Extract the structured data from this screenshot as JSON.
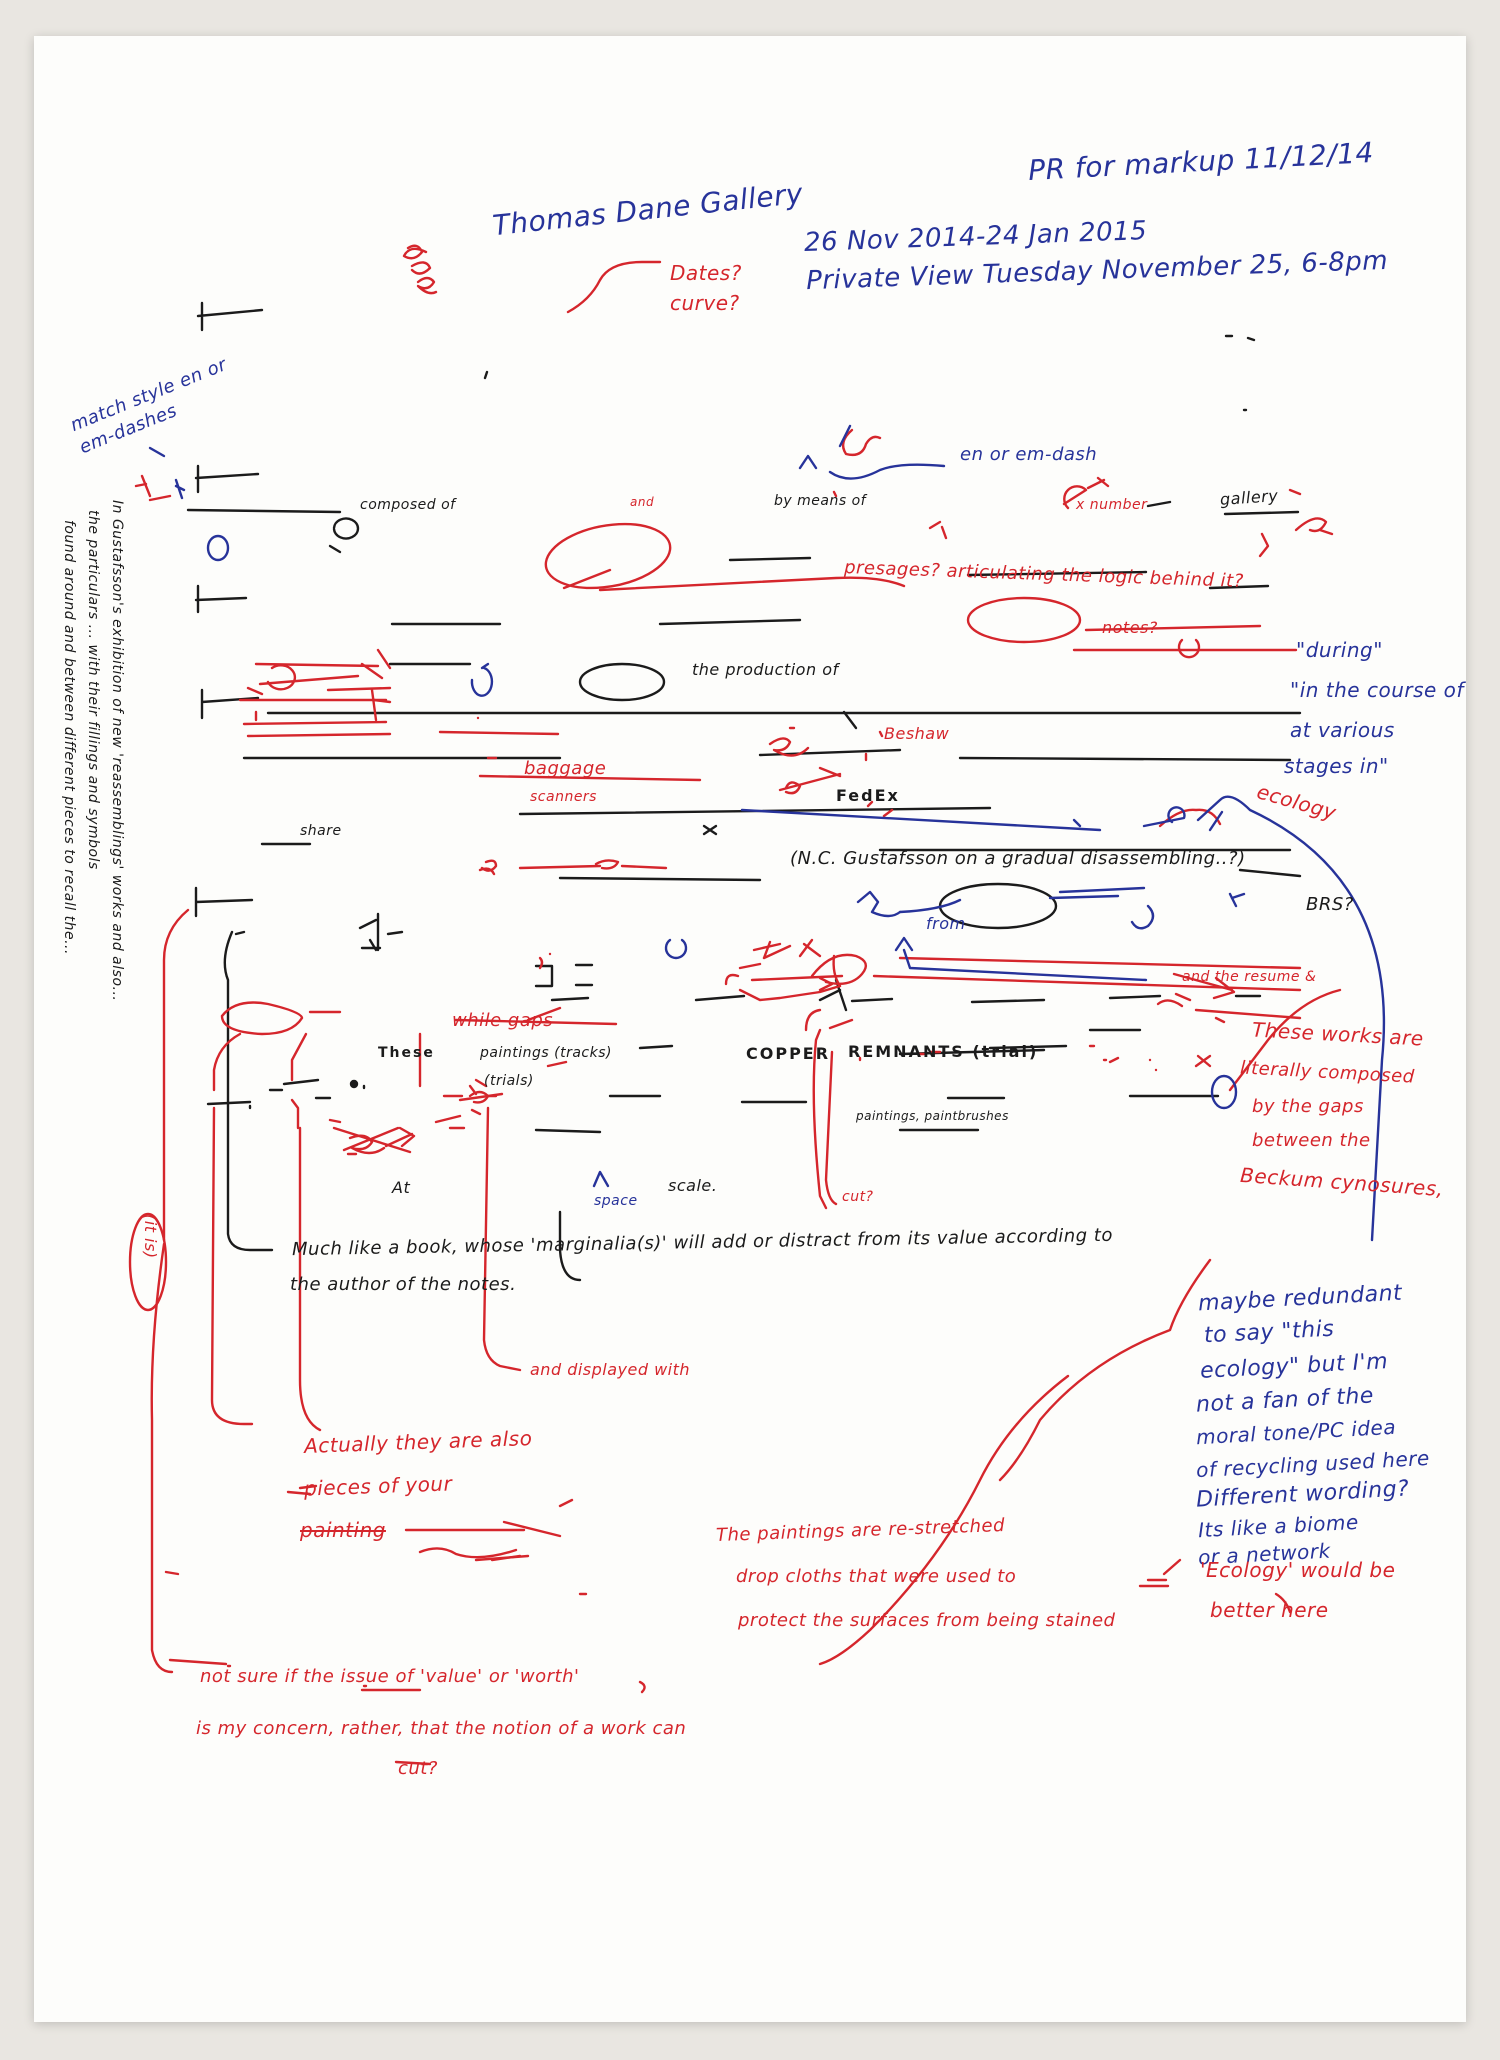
{
  "header": {
    "markup_label": "PR for markup 11/12/14",
    "gallery": "Thomas Dane Gallery",
    "dates": "26 Nov 2014-24 Jan 2015",
    "private_view": "Private View Tuesday November 25, 6-8pm",
    "dates_query": "Dates? curve?"
  },
  "margin_left": {
    "match_style": "match style en or em-dashes",
    "vertical_line_1": "In Gustafsson's exhibition of new 'reassemblings' works and also...",
    "vertical_line_2": "the particulars ... with their fillings and symbols",
    "vertical_line_3": "found around and between different pieces to recall the...",
    "circled_note": "(it is)"
  },
  "body_annotations": {
    "composed_of": "composed of",
    "and": "and",
    "by_means_of": "by means of",
    "en_em_dash": "en or em-dash",
    "gallery": "gallery",
    "x_number": "x number",
    "presages": "presages? articulating the logic behind it?",
    "notes_query": "notes?",
    "during": "\"during\"",
    "in_the_course_of": "\"in the course of",
    "at_various": "at various",
    "stages_in": "stages in\"",
    "production_of": "the production of",
    "beshaw": "Beshaw",
    "baggage": "baggage",
    "scanners": "scanners",
    "fedex": "FedEx",
    "ecology": "ecology",
    "share": "share",
    "nc_query": "(N.C. Gustafsson on a gradual disassembling..?)",
    "from": "from",
    "brs": "BRS?",
    "and_the_resume": "and the resume &",
    "these_works_1": "These works are",
    "these_works_2": "literally composed",
    "these_works_3": "by the gaps",
    "these_works_4": "between the",
    "these_works_5": "Beckum cynosures,",
    "while_gaps": "while gaps",
    "these": "These",
    "paintings_text": "paintings (tracks)",
    "copper": "COPPER",
    "remnants": "REMNANTS (trial)",
    "trials": "(trials)",
    "paintings_small": "paintings, paintbrushes",
    "at": "At",
    "space": "space",
    "scale": "scale.",
    "cut": "cut?",
    "much_like_1": "Much like a book, whose 'marginalia(s)' will add or distract from its value according to",
    "much_like_2": "the author of the notes.",
    "and_displayed": "and displayed with",
    "maybe_1": "maybe redundant",
    "maybe_2": "to say \"this",
    "maybe_3": "ecology\" but I'm",
    "maybe_4": "not a fan of the",
    "maybe_5": "moral tone/PC idea",
    "maybe_6": "of recycling used here",
    "maybe_7": "Different wording?",
    "maybe_8": "Its like a biome",
    "maybe_9": "or a network",
    "actually_1": "Actually they are also",
    "actually_2": "pieces of your",
    "actually_3": "painting",
    "paintings_are_1": "The paintings are re-stretched",
    "paintings_are_2": "drop cloths that were used to",
    "paintings_are_3": "protect the surfaces from being stained",
    "ecology_better_1": "'Ecology' would be",
    "ecology_better_2": "better here",
    "not_sure_1": "not sure if the issue of 'value' or 'worth'",
    "not_sure_2": "is my concern, rather, that the notion of a work can",
    "not_sure_3": "cut?"
  },
  "ink_colors": {
    "blue": "#27339a",
    "red": "#d5262c",
    "black": "#1b1b1b",
    "paper": "#fdfdfb"
  }
}
